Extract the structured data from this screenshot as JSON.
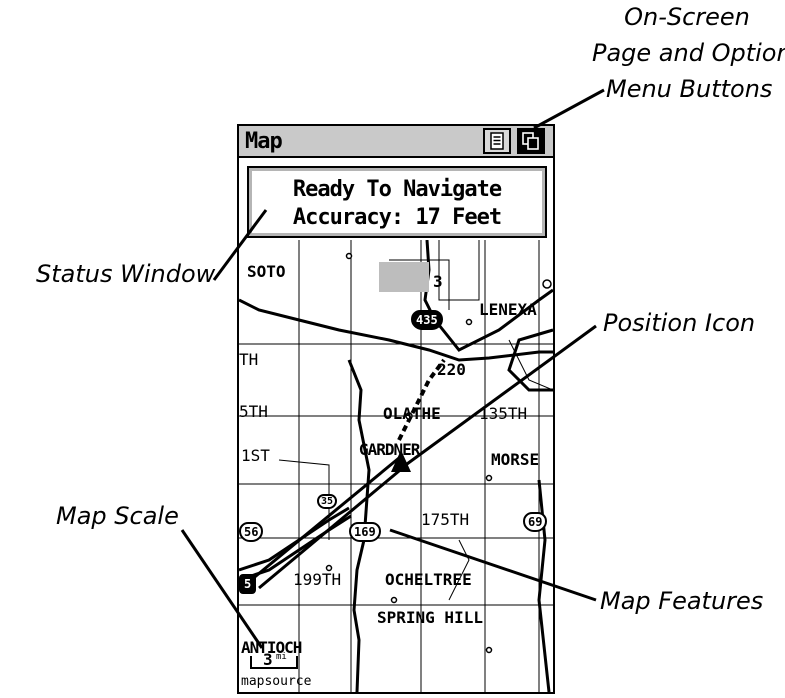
{
  "callouts": {
    "onscreen_line1": "On-Screen",
    "onscreen_line2": "Page and Option",
    "onscreen_line3": "Menu Buttons",
    "status_window": "Status Window",
    "position_icon": "Position Icon",
    "map_scale": "Map Scale",
    "map_features": "Map Features"
  },
  "device": {
    "title": "Map",
    "status_line1": "Ready To Navigate",
    "status_line2": "Accuracy: 17 Feet",
    "page_button_icon": "page-list-icon",
    "menu_button_icon": "option-menu-icon"
  },
  "map": {
    "places": {
      "soto": "SOTO",
      "lenexa": "LENEXA",
      "olathe": "OLATHE",
      "gardner": "GARDNER",
      "morse": "MORSE",
      "ocheltree": "OCHELTREE",
      "spring_hill": "SPRING HILL",
      "antioch": "ANTIOCH"
    },
    "roads": {
      "r3": "3",
      "r220": "220",
      "th": "TH",
      "th5": "5TH",
      "st1": "1ST",
      "th135": "135TH",
      "th175": "175TH",
      "th199": "199TH"
    },
    "shields": {
      "i435": "435",
      "us169": "169",
      "us69": "69",
      "us56": "56",
      "i35": "35",
      "i5": "5"
    },
    "scale_value": "3",
    "scale_unit": "mi",
    "source": "mapsource"
  },
  "colors": {
    "titlebar": "#c9c9c9",
    "status_border": "#b5b5b5",
    "building": "#bdbdbd",
    "road": "#000000"
  }
}
